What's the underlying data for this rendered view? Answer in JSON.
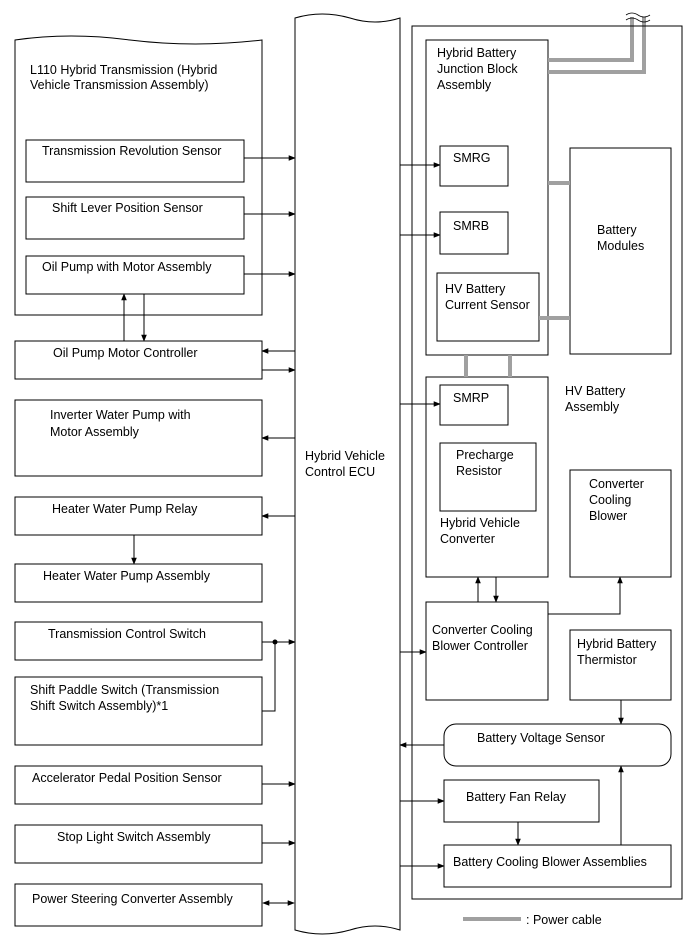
{
  "colors": {
    "line": "#000000",
    "power": "#a0a0a0",
    "background": "#ffffff"
  },
  "ecu": {
    "lines": [
      "Hybrid Vehicle",
      "Control ECU"
    ]
  },
  "transmission": {
    "title": [
      "L110 Hybrid Transmission (Hybrid",
      "Vehicle Transmission Assembly)"
    ],
    "revolution_sensor": "Transmission Revolution Sensor",
    "shift_lever_sensor": "Shift Lever Position Sensor",
    "oil_pump": "Oil Pump with Motor Assembly"
  },
  "left_components": {
    "oil_pump_controller": "Oil Pump Motor Controller",
    "inverter_water_pump": [
      "Inverter Water Pump with",
      "Motor Assembly"
    ],
    "heater_relay": "Heater Water Pump Relay",
    "heater_pump": "Heater Water Pump Assembly",
    "trans_control_switch": "Transmission Control Switch",
    "shift_paddle_switch": [
      "Shift Paddle Switch (Transmission",
      "Shift Switch Assembly)*1"
    ],
    "accelerator_sensor": "Accelerator Pedal Position Sensor",
    "stop_light_switch": "Stop Light Switch Assembly",
    "power_steering": "Power Steering Converter Assembly"
  },
  "hv_battery": {
    "assembly_label": [
      "HV Battery",
      "Assembly"
    ],
    "junction_block": [
      "Hybrid Battery",
      "Junction Block",
      "Assembly"
    ],
    "smrg": "SMRG",
    "smrb": "SMRB",
    "current_sensor": [
      "HV Battery",
      "Current Sensor"
    ],
    "battery_modules": [
      "Battery",
      "Modules"
    ],
    "smrp": "SMRP",
    "precharge_resistor": [
      "Precharge",
      "Resistor"
    ],
    "converter": [
      "Hybrid Vehicle",
      "Converter"
    ],
    "cooling_blower": [
      "Converter",
      "Cooling",
      "Blower"
    ],
    "blower_controller": [
      "Converter Cooling",
      "Blower Controller"
    ],
    "thermistor": [
      "Hybrid Battery",
      "Thermistor"
    ],
    "voltage_sensor": "Battery Voltage Sensor",
    "fan_relay": "Battery Fan Relay",
    "cooling_blower_assemblies": "Battery Cooling Blower Assemblies"
  },
  "legend": {
    "label": ": Power cable"
  }
}
